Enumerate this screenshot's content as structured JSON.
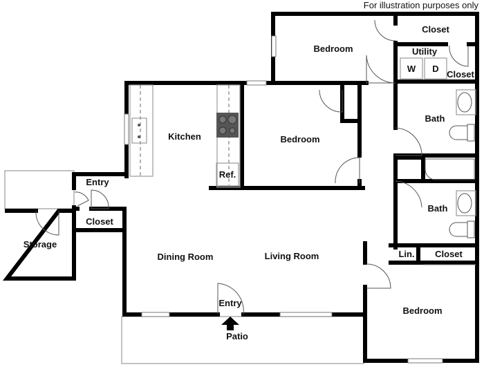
{
  "note": "For illustration purposes only",
  "rooms": {
    "bedroom_top": "Bedroom",
    "closet_top": "Closet",
    "utility": "Utility",
    "washer": "W",
    "dryer": "D",
    "closet_utility": "Closet",
    "kitchen": "Kitchen",
    "bedroom_middle": "Bedroom",
    "bath_1": "Bath",
    "bath_2": "Bath",
    "refrigerator": "Ref.",
    "entry_side": "Entry",
    "closet_entry": "Closet",
    "storage": "Storage",
    "dining_room": "Dining Room",
    "living_room": "Living Room",
    "linen": "Lin.",
    "closet_hall": "Closet",
    "bedroom_bottom": "Bedroom",
    "entry_main": "Entry",
    "patio": "Patio"
  }
}
